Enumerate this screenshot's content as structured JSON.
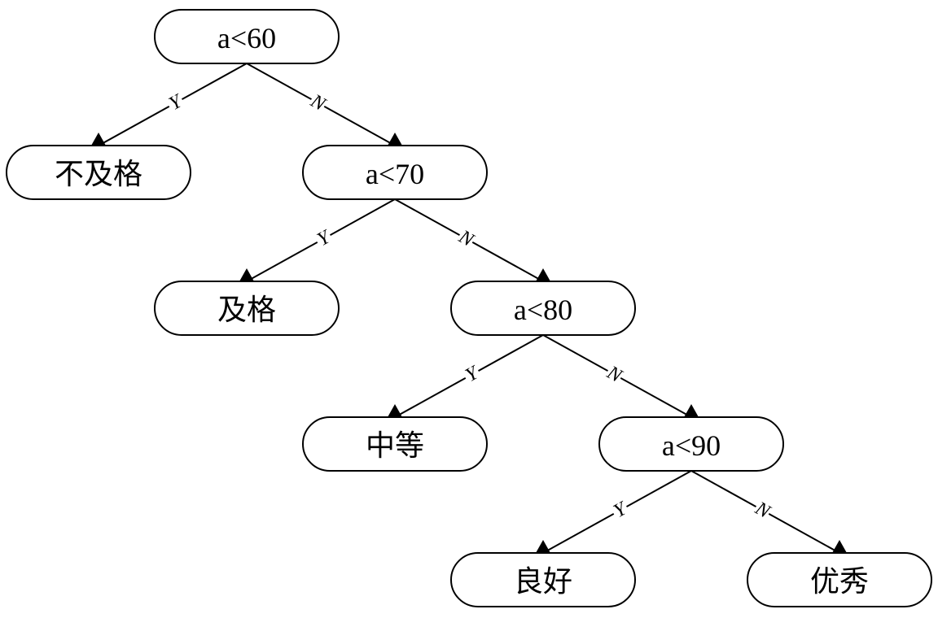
{
  "diagram": {
    "type": "decision-tree",
    "colors": {
      "stroke": "#000000",
      "fill": "#ffffff",
      "text": "#000000"
    },
    "nodes": {
      "a60": "a<60",
      "fail": "不及格",
      "a70": "a<70",
      "pass": "及格",
      "a80": "a<80",
      "medium": "中等",
      "a90": "a<90",
      "good": "良好",
      "excellent": "优秀"
    },
    "edges": [
      {
        "from": "a60",
        "to": "fail",
        "label": "Y"
      },
      {
        "from": "a60",
        "to": "a70",
        "label": "N"
      },
      {
        "from": "a70",
        "to": "pass",
        "label": "Y"
      },
      {
        "from": "a70",
        "to": "a80",
        "label": "N"
      },
      {
        "from": "a80",
        "to": "medium",
        "label": "Y"
      },
      {
        "from": "a80",
        "to": "a90",
        "label": "N"
      },
      {
        "from": "a90",
        "to": "good",
        "label": "Y"
      },
      {
        "from": "a90",
        "to": "excellent",
        "label": "N"
      }
    ]
  }
}
